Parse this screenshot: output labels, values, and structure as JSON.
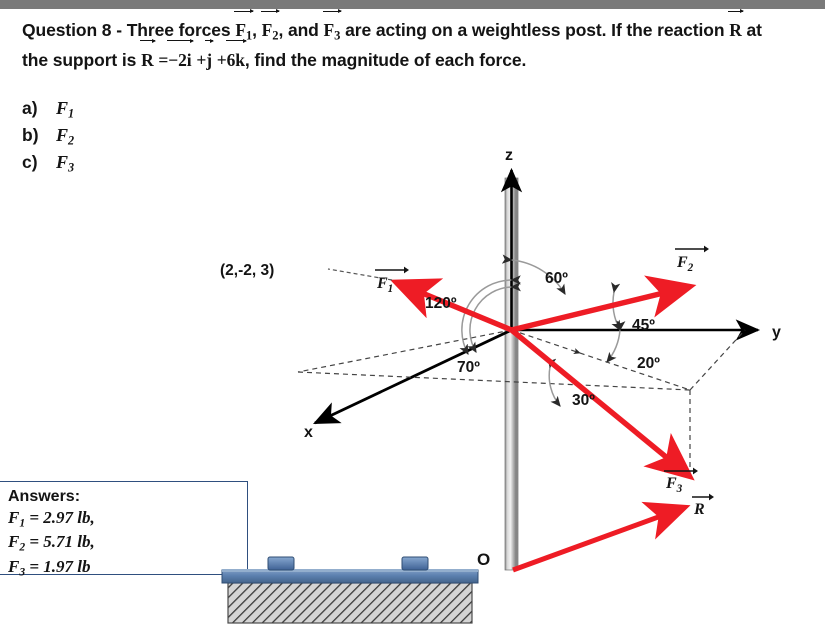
{
  "topbar": {
    "color": "#7a7a7a"
  },
  "question": {
    "number": "Question 8",
    "separator": "-",
    "text_part1": "Three forces",
    "f1": "F",
    "f1_sub": "1",
    "comma1": ",",
    "f2": "F",
    "f2_sub": "2",
    "comma2": ", and",
    "f3": "F",
    "f3_sub": "3",
    "text_part2": "are acting on a weightless post. If the reaction",
    "r_symbol": "R",
    "text_part3": "at the support is",
    "r_symbol2": "R",
    "equation": "= −2ı⃗ + ȷ⃗ + 6k⃗,",
    "eq_equals": "=",
    "eq_i": "−2i",
    "eq_plus1": "+",
    "eq_j": "j",
    "eq_plus2": "+",
    "eq_k": "6k",
    "eq_tail": ",",
    "text_part4": "find the magnitude of each force."
  },
  "choices": [
    {
      "letter": "a)",
      "symbol": "F",
      "sub": "1"
    },
    {
      "letter": "b)",
      "symbol": "F",
      "sub": "2"
    },
    {
      "letter": "c)",
      "symbol": "F",
      "sub": "3"
    }
  ],
  "answers": {
    "title": "Answers:",
    "border_color": "#2f4f7f",
    "lines": [
      {
        "symbol": "F",
        "sub": "1",
        "value": "= 2.97 lb,"
      },
      {
        "symbol": "F",
        "sub": "2",
        "value": "= 5.71 lb,"
      },
      {
        "symbol": "F",
        "sub": "3",
        "value": "= 1.97 lb"
      }
    ]
  },
  "diagram": {
    "vector_color": "#ee1c25",
    "axis_color": "#000000",
    "post_color": "#9a9a9a",
    "base_plate_color": "#5b7fae",
    "bolt_color": "#4a6fa5",
    "axes": [
      {
        "name": "z",
        "label": "z"
      },
      {
        "name": "y",
        "label": "y"
      },
      {
        "name": "x",
        "label": "x"
      }
    ],
    "origin_label": "O",
    "point_label": "(2,-2, 3)",
    "force_labels": [
      {
        "name": "F1",
        "symbol": "F",
        "sub": "1"
      },
      {
        "name": "F2",
        "symbol": "F",
        "sub": "2"
      },
      {
        "name": "F3",
        "symbol": "F",
        "sub": "3"
      },
      {
        "name": "R",
        "symbol": "R",
        "sub": ""
      }
    ],
    "angles": [
      {
        "name": "angle-120",
        "label": "120º"
      },
      {
        "name": "angle-60",
        "label": "60º"
      },
      {
        "name": "angle-70",
        "label": "70º"
      },
      {
        "name": "angle-45",
        "label": "45º"
      },
      {
        "name": "angle-20",
        "label": "20º"
      },
      {
        "name": "angle-30",
        "label": "30º"
      }
    ]
  }
}
